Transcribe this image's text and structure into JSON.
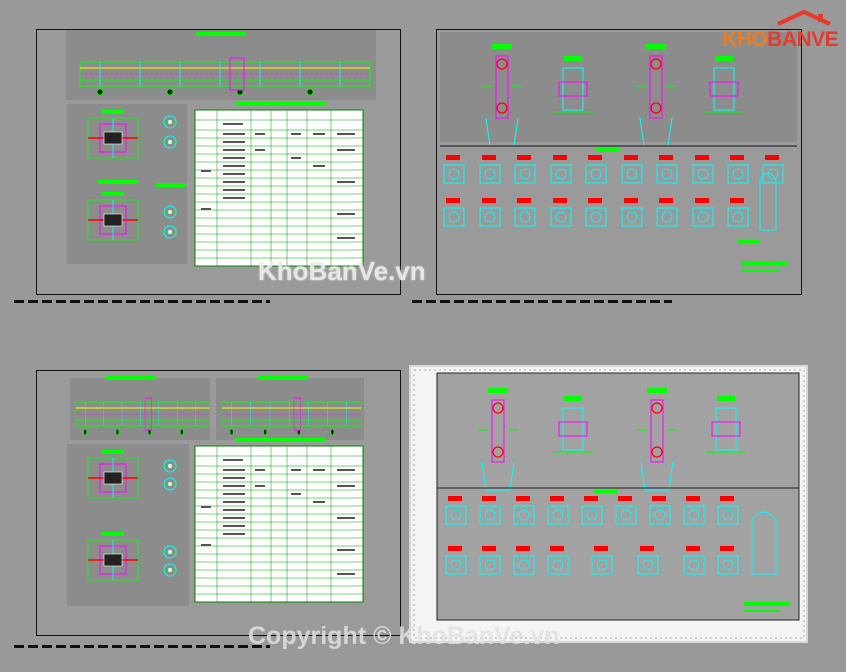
{
  "brand": {
    "logo_text_part1": "KHO",
    "logo_text_part2": "BANVE",
    "watermark": "KhoBanVe.vn",
    "copyright": "Copyright © KhoBanVe.vn"
  },
  "colors": {
    "background": "#999999",
    "line_green": "#00ff00",
    "line_cyan": "#00ffff",
    "line_magenta": "#ff00ff",
    "label_red": "#ff0000",
    "table_white": "#ffffff"
  }
}
